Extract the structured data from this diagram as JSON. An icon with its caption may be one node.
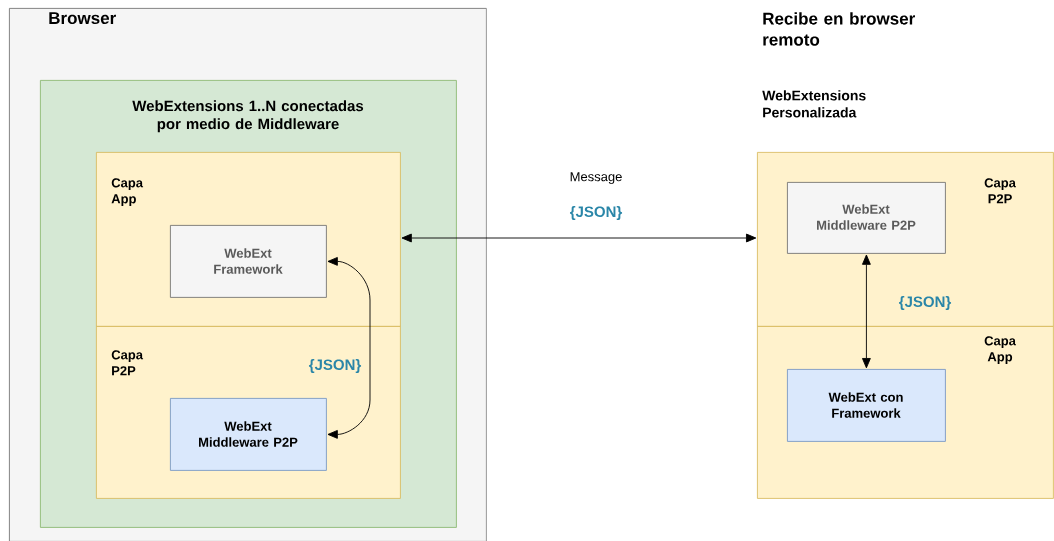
{
  "diagram": {
    "nodes": [
      {
        "text": [
          "Browser"
        ]
      },
      {
        "text": [
          "WebExtensions 1..N conectadas por medio de Middleware"
        ],
        "in": 0
      },
      {
        "text": [
          "Capa App"
        ],
        "in": 1
      },
      {
        "text": [
          "WebExt Framework"
        ],
        "in": 2
      },
      {
        "text": [
          "Capa P2P"
        ],
        "in": 1
      },
      {
        "text": [
          "WebExt Middleware P2P"
        ],
        "in": 4
      },
      {
        "text": [
          "Capa P2P"
        ]
      },
      {
        "text": [
          "WebExt Middleware P2P"
        ],
        "in": 6
      },
      {
        "text": [
          "Capa App"
        ]
      },
      {
        "text": [
          "WebExt con Framework"
        ],
        "in": 8
      }
    ],
    "edges": [
      {
        "from": 3,
        "to": 5,
        "arrow": "both"
      },
      {
        "from": 2,
        "to": 6,
        "arrow": "both",
        "label": "Message"
      },
      {
        "from": 7,
        "to": 9,
        "arrow": "both"
      }
    ],
    "labels": [
      "Recibe en browser remoto",
      "WebExtensions Personalizada",
      "{JSON}",
      "{JSON}",
      "{JSON}"
    ]
  }
}
